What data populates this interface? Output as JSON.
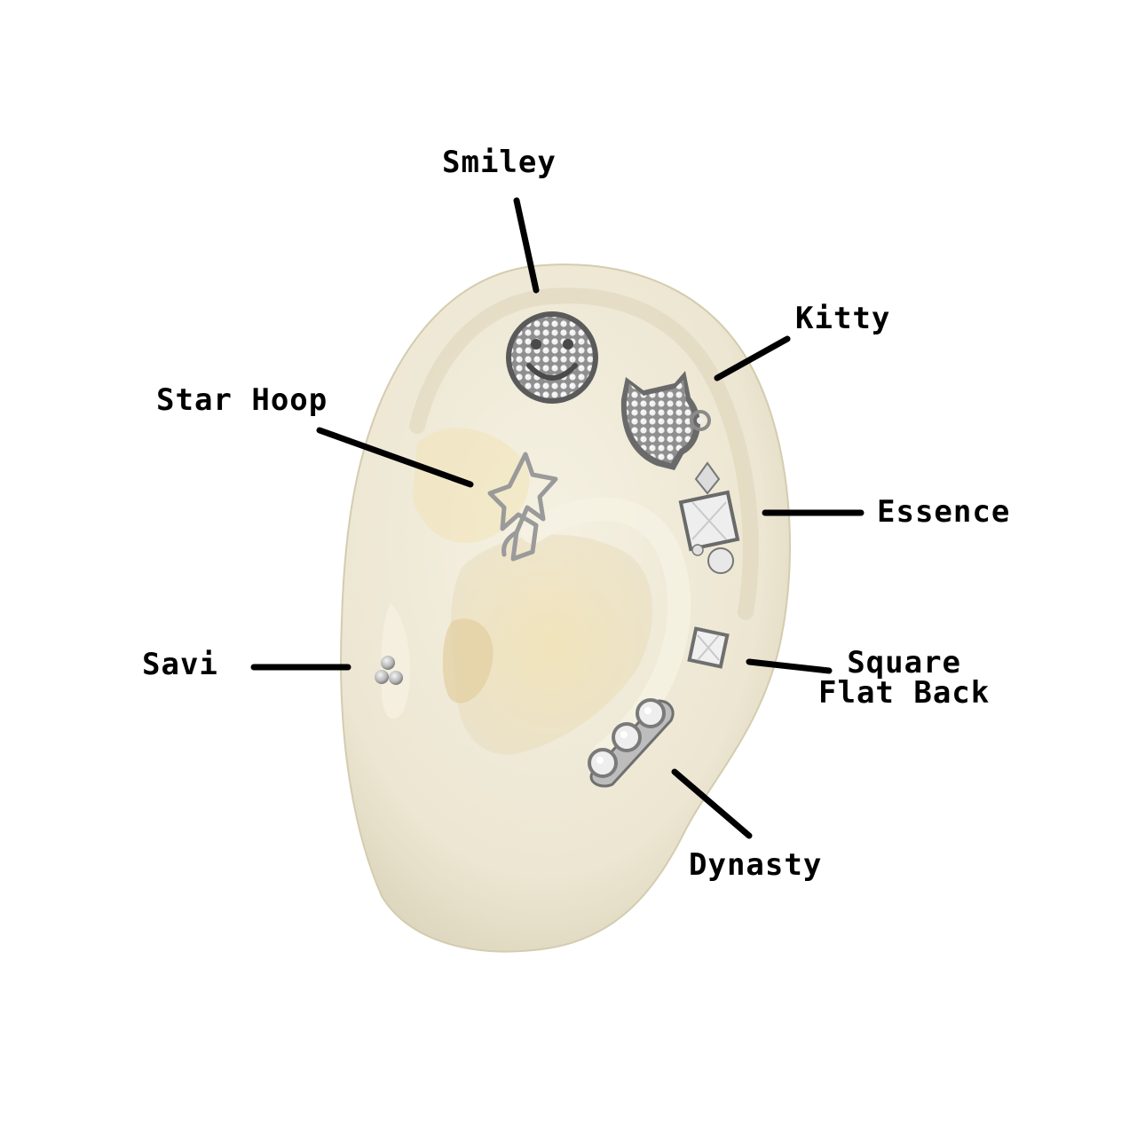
{
  "labels": {
    "smiley": "Smiley",
    "kitty": "Kitty",
    "star_hoop": "Star Hoop",
    "essence": "Essence",
    "savi": "Savi",
    "square_flat_back": [
      "Square",
      "Flat Back"
    ],
    "dynasty": "Dynasty"
  },
  "colors": {
    "background": "#ffffff",
    "ear": "#ece6d2",
    "ear_shadow": "#cfc7ac",
    "inner_shadow": "#e9d9a6",
    "metal": "#b9b9b9",
    "metal_dark": "#6d6d6d",
    "stone": "#f2f2f2",
    "pointer": "#000000",
    "label_text": "#000000"
  }
}
